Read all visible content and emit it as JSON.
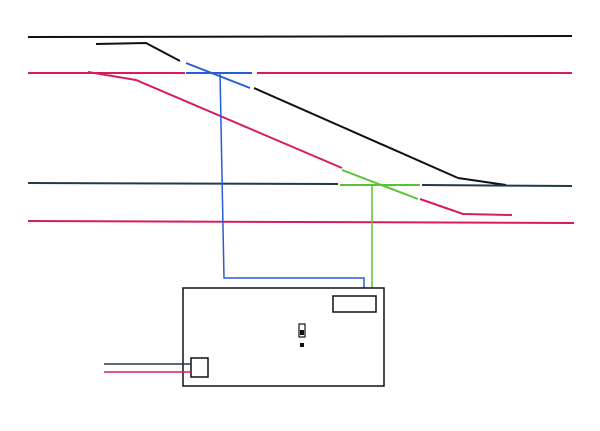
{
  "diagram": {
    "kind": "track wiring diagram",
    "background": "#ffffff",
    "colors": {
      "black_rail": "#111111",
      "magenta_rail": "#d81b60",
      "dark_rail": "#1f3a4d",
      "blue_wire": "#2a5bd7",
      "green_wire": "#5bc236",
      "outline": "#111111"
    },
    "rails": [
      "top-straight-black",
      "top-straight-magenta",
      "diagonal-black",
      "diagonal-magenta",
      "bottom-straight-dark",
      "bottom-straight-magenta"
    ],
    "wires": [
      "blue-feeder-wire",
      "green-feeder-wire",
      "input-feeder-dark",
      "input-feeder-magenta"
    ],
    "box": {
      "components": [
        "terminal-block",
        "input-connector",
        "toggle-switch",
        "indicator-dot"
      ]
    }
  }
}
